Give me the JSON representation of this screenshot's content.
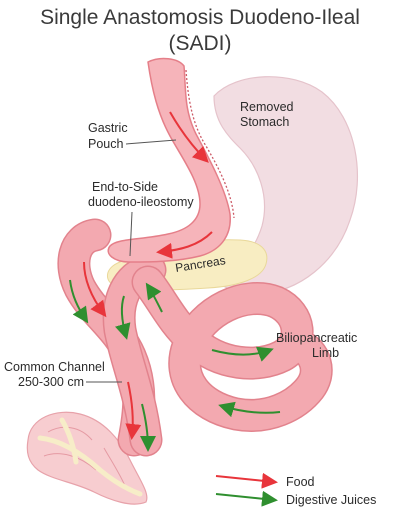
{
  "title": {
    "line1": "Single Anastomosis Duodeno-Ileal",
    "line2": "(SADI)"
  },
  "labels": {
    "removed_stomach_1": "Removed",
    "removed_stomach_2": "Stomach",
    "gastric_pouch_1": "Gastric",
    "gastric_pouch_2": "Pouch",
    "anastomosis_1": "End-to-Side",
    "anastomosis_2": "duodeno-ileostomy",
    "pancreas": "Pancreas",
    "biliopancreatic_1": "Biliopancreatic",
    "biliopancreatic_2": "Limb",
    "common_channel_1": "Common Channel",
    "common_channel_2": "250-300 cm"
  },
  "legend": {
    "food": "Food",
    "digestive_juices": "Digestive Juices"
  },
  "colors": {
    "food_arrow": "#e8353b",
    "juices_arrow": "#2f8f2f",
    "removed_stomach": "#f2dde2",
    "pancreas": "#f8edc2",
    "intestine": "#f3a9b0",
    "colon": "#f7cdd0"
  }
}
